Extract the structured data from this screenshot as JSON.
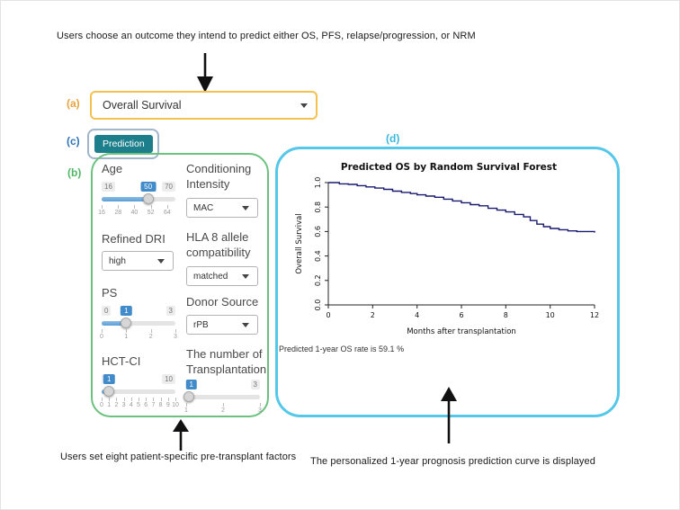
{
  "annotations": {
    "top": "Users choose an outcome they intend  to predict either OS, PFS, relapse/progression, or NRM",
    "bottom_left": "Users set eight patient-specific  pre-transplant factors",
    "bottom_right": "The personalized 1-year prognosis prediction  curve is displayed"
  },
  "tags": {
    "a": "(a)",
    "b": "(b)",
    "c": "(c)",
    "d": "(d)"
  },
  "colors": {
    "tag_a": "#E8A33D",
    "tag_b": "#52B765",
    "tag_c": "#2E74B5",
    "tag_d": "#3BB8DE",
    "highlight_a": "#F5C14E",
    "panel_b": "#6CC17E",
    "outline_c": "#9FB6CC",
    "panel_d": "#55C7E8",
    "button": "#1E7F8C",
    "slider_fill": "#5A9FD6",
    "value_badge": "#428BCA",
    "curve": "#1A1A70"
  },
  "outcome_select": {
    "value": "Overall Survival"
  },
  "prediction_button": {
    "label": "Prediction"
  },
  "factors": {
    "age": {
      "label": "Age",
      "min": 16,
      "max": 70,
      "value": 50,
      "grid": [
        16,
        28,
        40,
        52,
        64
      ]
    },
    "refined_dri": {
      "label": "Refined DRI",
      "value": "high"
    },
    "ps": {
      "label": "PS",
      "min": 0,
      "max": 3,
      "value": 1,
      "grid": [
        0,
        1,
        2,
        3
      ]
    },
    "hct_ci": {
      "label": "HCT-CI",
      "min": 0,
      "max": 10,
      "value": 1,
      "grid": [
        0,
        1,
        2,
        3,
        4,
        5,
        6,
        7,
        8,
        9,
        10
      ]
    },
    "conditioning": {
      "label": "Conditioning Intensity",
      "value": "MAC"
    },
    "hla": {
      "label": "HLA 8 allele compatibility",
      "value": "matched"
    },
    "donor": {
      "label": "Donor Source",
      "value": "rPB"
    },
    "transplant_n": {
      "label": "The number of Transplantation",
      "min": 1,
      "max": 3,
      "value": 1,
      "grid": [
        1,
        2,
        3
      ]
    }
  },
  "chart_data": {
    "type": "line",
    "step": true,
    "title": "Predicted OS by Random Survival Forest",
    "xlabel": "Months after transplantation",
    "ylabel": "Overall Survival",
    "xlim": [
      0,
      12
    ],
    "ylim": [
      0,
      1.0
    ],
    "xticks": [
      0,
      2,
      4,
      6,
      8,
      10,
      12
    ],
    "yticks": [
      0.0,
      0.2,
      0.4,
      0.6,
      0.8,
      1.0
    ],
    "line_color": "#1A1A70",
    "points": [
      [
        0,
        1.0
      ],
      [
        0.5,
        0.99
      ],
      [
        0.9,
        0.985
      ],
      [
        1.3,
        0.975
      ],
      [
        1.7,
        0.965
      ],
      [
        2.1,
        0.955
      ],
      [
        2.5,
        0.945
      ],
      [
        2.9,
        0.93
      ],
      [
        3.3,
        0.92
      ],
      [
        3.7,
        0.91
      ],
      [
        4.0,
        0.9
      ],
      [
        4.4,
        0.89
      ],
      [
        4.8,
        0.88
      ],
      [
        5.2,
        0.865
      ],
      [
        5.6,
        0.85
      ],
      [
        6.0,
        0.835
      ],
      [
        6.4,
        0.82
      ],
      [
        6.8,
        0.81
      ],
      [
        7.2,
        0.79
      ],
      [
        7.6,
        0.775
      ],
      [
        8.0,
        0.76
      ],
      [
        8.4,
        0.74
      ],
      [
        8.8,
        0.72
      ],
      [
        9.1,
        0.69
      ],
      [
        9.4,
        0.66
      ],
      [
        9.7,
        0.64
      ],
      [
        10.0,
        0.625
      ],
      [
        10.4,
        0.615
      ],
      [
        10.8,
        0.605
      ],
      [
        11.2,
        0.6
      ],
      [
        12,
        0.591
      ]
    ],
    "annotation": "Predicted 1-year OS rate is 59.1 %"
  }
}
